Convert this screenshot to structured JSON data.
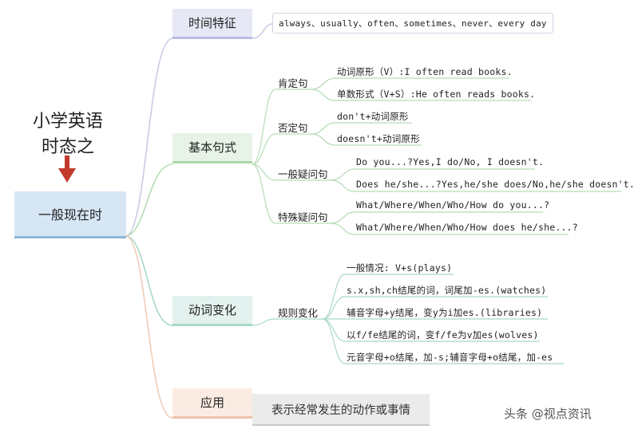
{
  "title": {
    "line1": "小学英语",
    "line2": "时态之"
  },
  "root": {
    "label": "一般现在时"
  },
  "branches": {
    "time": {
      "label": "时间特征",
      "value": "always、usually、often、sometimes、never、every day"
    },
    "pattern": {
      "label": "基本句式",
      "affirmative": {
        "label": "肯定句",
        "items": [
          "动词原形（V）:I often read books.",
          "单数形式（V+S）:He often reads books."
        ]
      },
      "negative": {
        "label": "否定句",
        "items": [
          "don't+动词原形",
          "doesn't+动词原形"
        ]
      },
      "yesno": {
        "label": "一般疑问句",
        "items": [
          "Do you...?Yes,I do/No, I doesn't.",
          "Does he/she...?Yes,he/she does/No,he/she doesn't."
        ]
      },
      "wh": {
        "label": "特殊疑问句",
        "items": [
          "What/Where/When/Who/How do you...?",
          "What/Where/When/Who/How does he/she...?"
        ]
      }
    },
    "verb": {
      "label": "动词变化",
      "rule": {
        "label": "规则变化",
        "items": [
          "一般情况: V+s(plays)",
          "s.x,sh,ch结尾的词，词尾加-es.(watches)",
          "辅音字母+y结尾，变y为i加es.(libraries)",
          "以f/fe结尾的词，变f/fe为v加es(wolves)",
          "元音字母+o结尾，加-s;辅音字母+o结尾，加-es"
        ]
      }
    },
    "apply": {
      "label": "应用",
      "value": "表示经常发生的动作或事情"
    }
  },
  "watermark": "头条 @视点资讯"
}
